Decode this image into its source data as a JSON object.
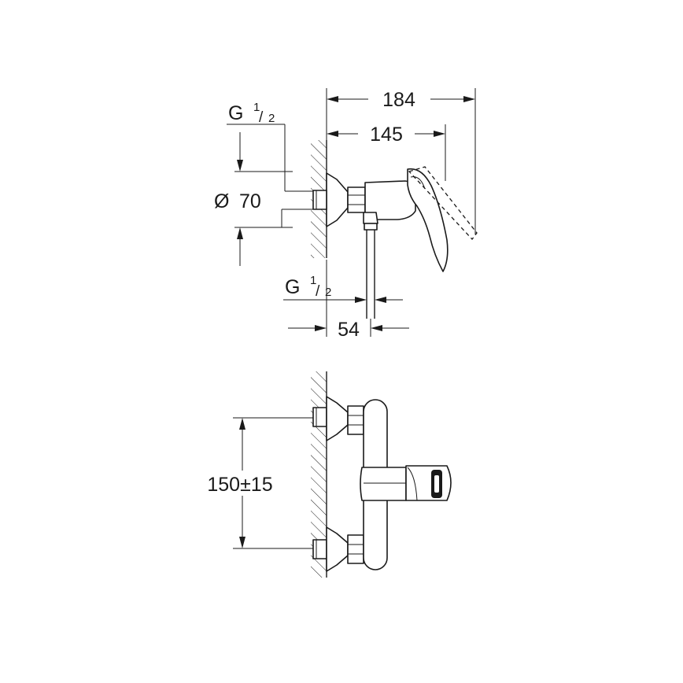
{
  "dimensions": {
    "overall_depth": "184",
    "body_depth": "145",
    "rosette_diameter_symbol": "Ø",
    "rosette_diameter": "70",
    "thread_G": "G",
    "thread_num": "1",
    "thread_sep": "/",
    "thread_den": "2",
    "outlet_offset": "54",
    "inlet_spacing": "150±15"
  },
  "colors": {
    "line": "#1a1a1a",
    "background": "#ffffff"
  }
}
